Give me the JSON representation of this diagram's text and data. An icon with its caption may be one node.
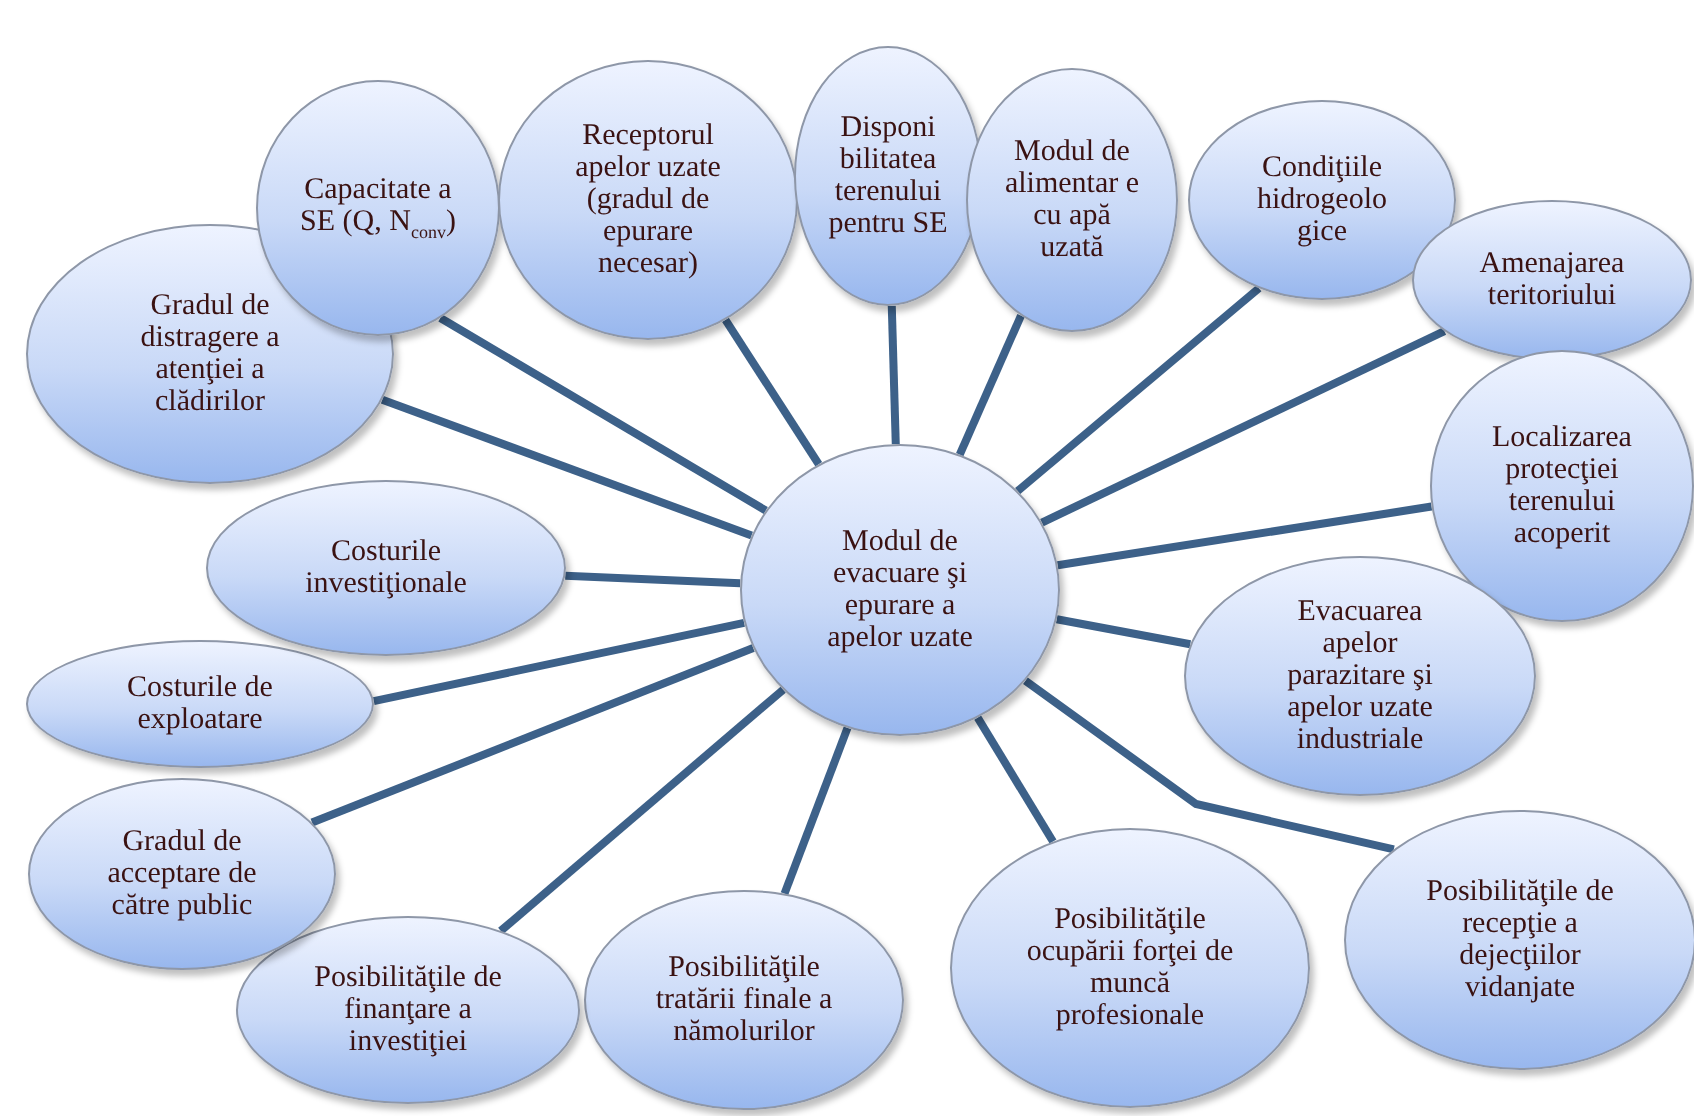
{
  "diagram": {
    "nodes": [
      {
        "text": [
          "Modul de evacuare şi epurare a apelor uzate"
        ]
      },
      {
        "text": [
          "Gradul de distragere a atenţiei a clădirilor"
        ]
      },
      {
        "text": [
          "Capacitate a SE (Q, N$_{conv}$)"
        ]
      },
      {
        "text": [
          "Receptorul apelor uzate (gradul de epurare necesar)"
        ]
      },
      {
        "text": [
          "Disponi bilitatea terenului pentru SE"
        ]
      },
      {
        "text": [
          "Modul de alimentar e cu apă uzată"
        ]
      },
      {
        "text": [
          "Condiţiile hidrogeolo gice"
        ]
      },
      {
        "text": [
          "Amenajarea teritoriului"
        ]
      },
      {
        "text": [
          "Localizarea protecţiei terenului acoperit"
        ]
      },
      {
        "text": [
          "Evacuarea apelor parazitare şi apelor uzate industriale"
        ]
      },
      {
        "text": [
          "Posibilităţile  de recepţie a dejecţiilor vidanjate"
        ]
      },
      {
        "text": [
          "Posibilităţile ocupării forţei de muncă profesionale"
        ]
      },
      {
        "text": [
          "Posibilităţile tratării finale a nămolurilor"
        ]
      },
      {
        "text": [
          "Posibilităţile de finanţare a investiţiei"
        ]
      },
      {
        "text": [
          "Gradul de acceptare de către public"
        ]
      },
      {
        "text": [
          "Costurile de exploatare"
        ]
      },
      {
        "text": [
          "Costurile investiţionale"
        ]
      }
    ],
    "edges": [
      {
        "from": 0,
        "to": 1,
        "arrow": "none"
      },
      {
        "from": 0,
        "to": 2,
        "arrow": "none"
      },
      {
        "from": 0,
        "to": 3,
        "arrow": "none"
      },
      {
        "from": 0,
        "to": 4,
        "arrow": "none"
      },
      {
        "from": 0,
        "to": 5,
        "arrow": "none"
      },
      {
        "from": 0,
        "to": 6,
        "arrow": "none"
      },
      {
        "from": 0,
        "to": 7,
        "arrow": "none"
      },
      {
        "from": 0,
        "to": 8,
        "arrow": "none"
      },
      {
        "from": 0,
        "to": 9,
        "arrow": "none"
      },
      {
        "from": 0,
        "to": 10,
        "arrow": "none"
      },
      {
        "from": 0,
        "to": 11,
        "arrow": "none"
      },
      {
        "from": 0,
        "to": 12,
        "arrow": "none"
      },
      {
        "from": 0,
        "to": 13,
        "arrow": "none"
      },
      {
        "from": 0,
        "to": 14,
        "arrow": "none"
      },
      {
        "from": 0,
        "to": 15,
        "arrow": "none"
      },
      {
        "from": 0,
        "to": 16,
        "arrow": "none"
      }
    ]
  }
}
